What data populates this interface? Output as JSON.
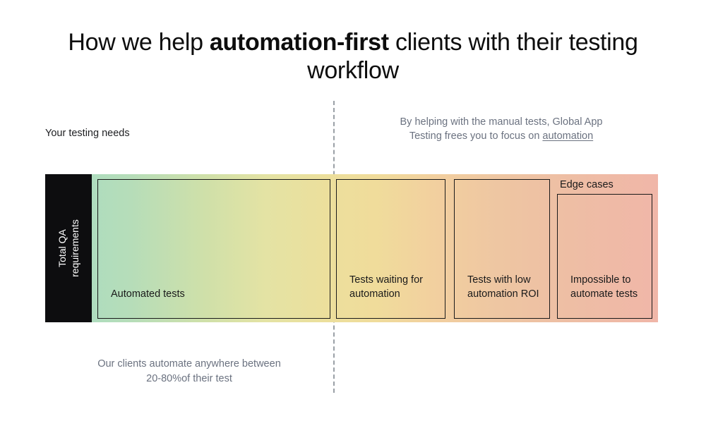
{
  "title": {
    "part1": "How we help ",
    "emphasis": "automation-first",
    "part2": " clients with their testing workflow"
  },
  "annotations": {
    "left_label": "Your testing needs",
    "right_note_line1": "By helping with the manual tests, Global App",
    "right_note_line2_prefix": "Testing frees you to focus on ",
    "right_note_link": "automation",
    "bottom_note_line1": "Our clients automate anywhere between",
    "bottom_note_line2": "20-80%of their test"
  },
  "bar": {
    "sidebar_line1": "Total QA",
    "sidebar_line2": "requirements",
    "edge_cases_label": "Edge cases",
    "segments": [
      {
        "label": "Automated tests"
      },
      {
        "label": "Tests waiting for automation"
      },
      {
        "label": "Tests with low automation ROI"
      },
      {
        "label": "Impossible to automate tests"
      }
    ]
  },
  "colors": {
    "gradient_start": "#a6dcc4",
    "gradient_mid": "#f0dc9b",
    "gradient_end": "#f0b6a8",
    "sidebar_bg": "#0d0d0f",
    "divider": "#9aa0a6",
    "muted_text": "#6b7280",
    "dark_text": "#1a1a1a"
  }
}
